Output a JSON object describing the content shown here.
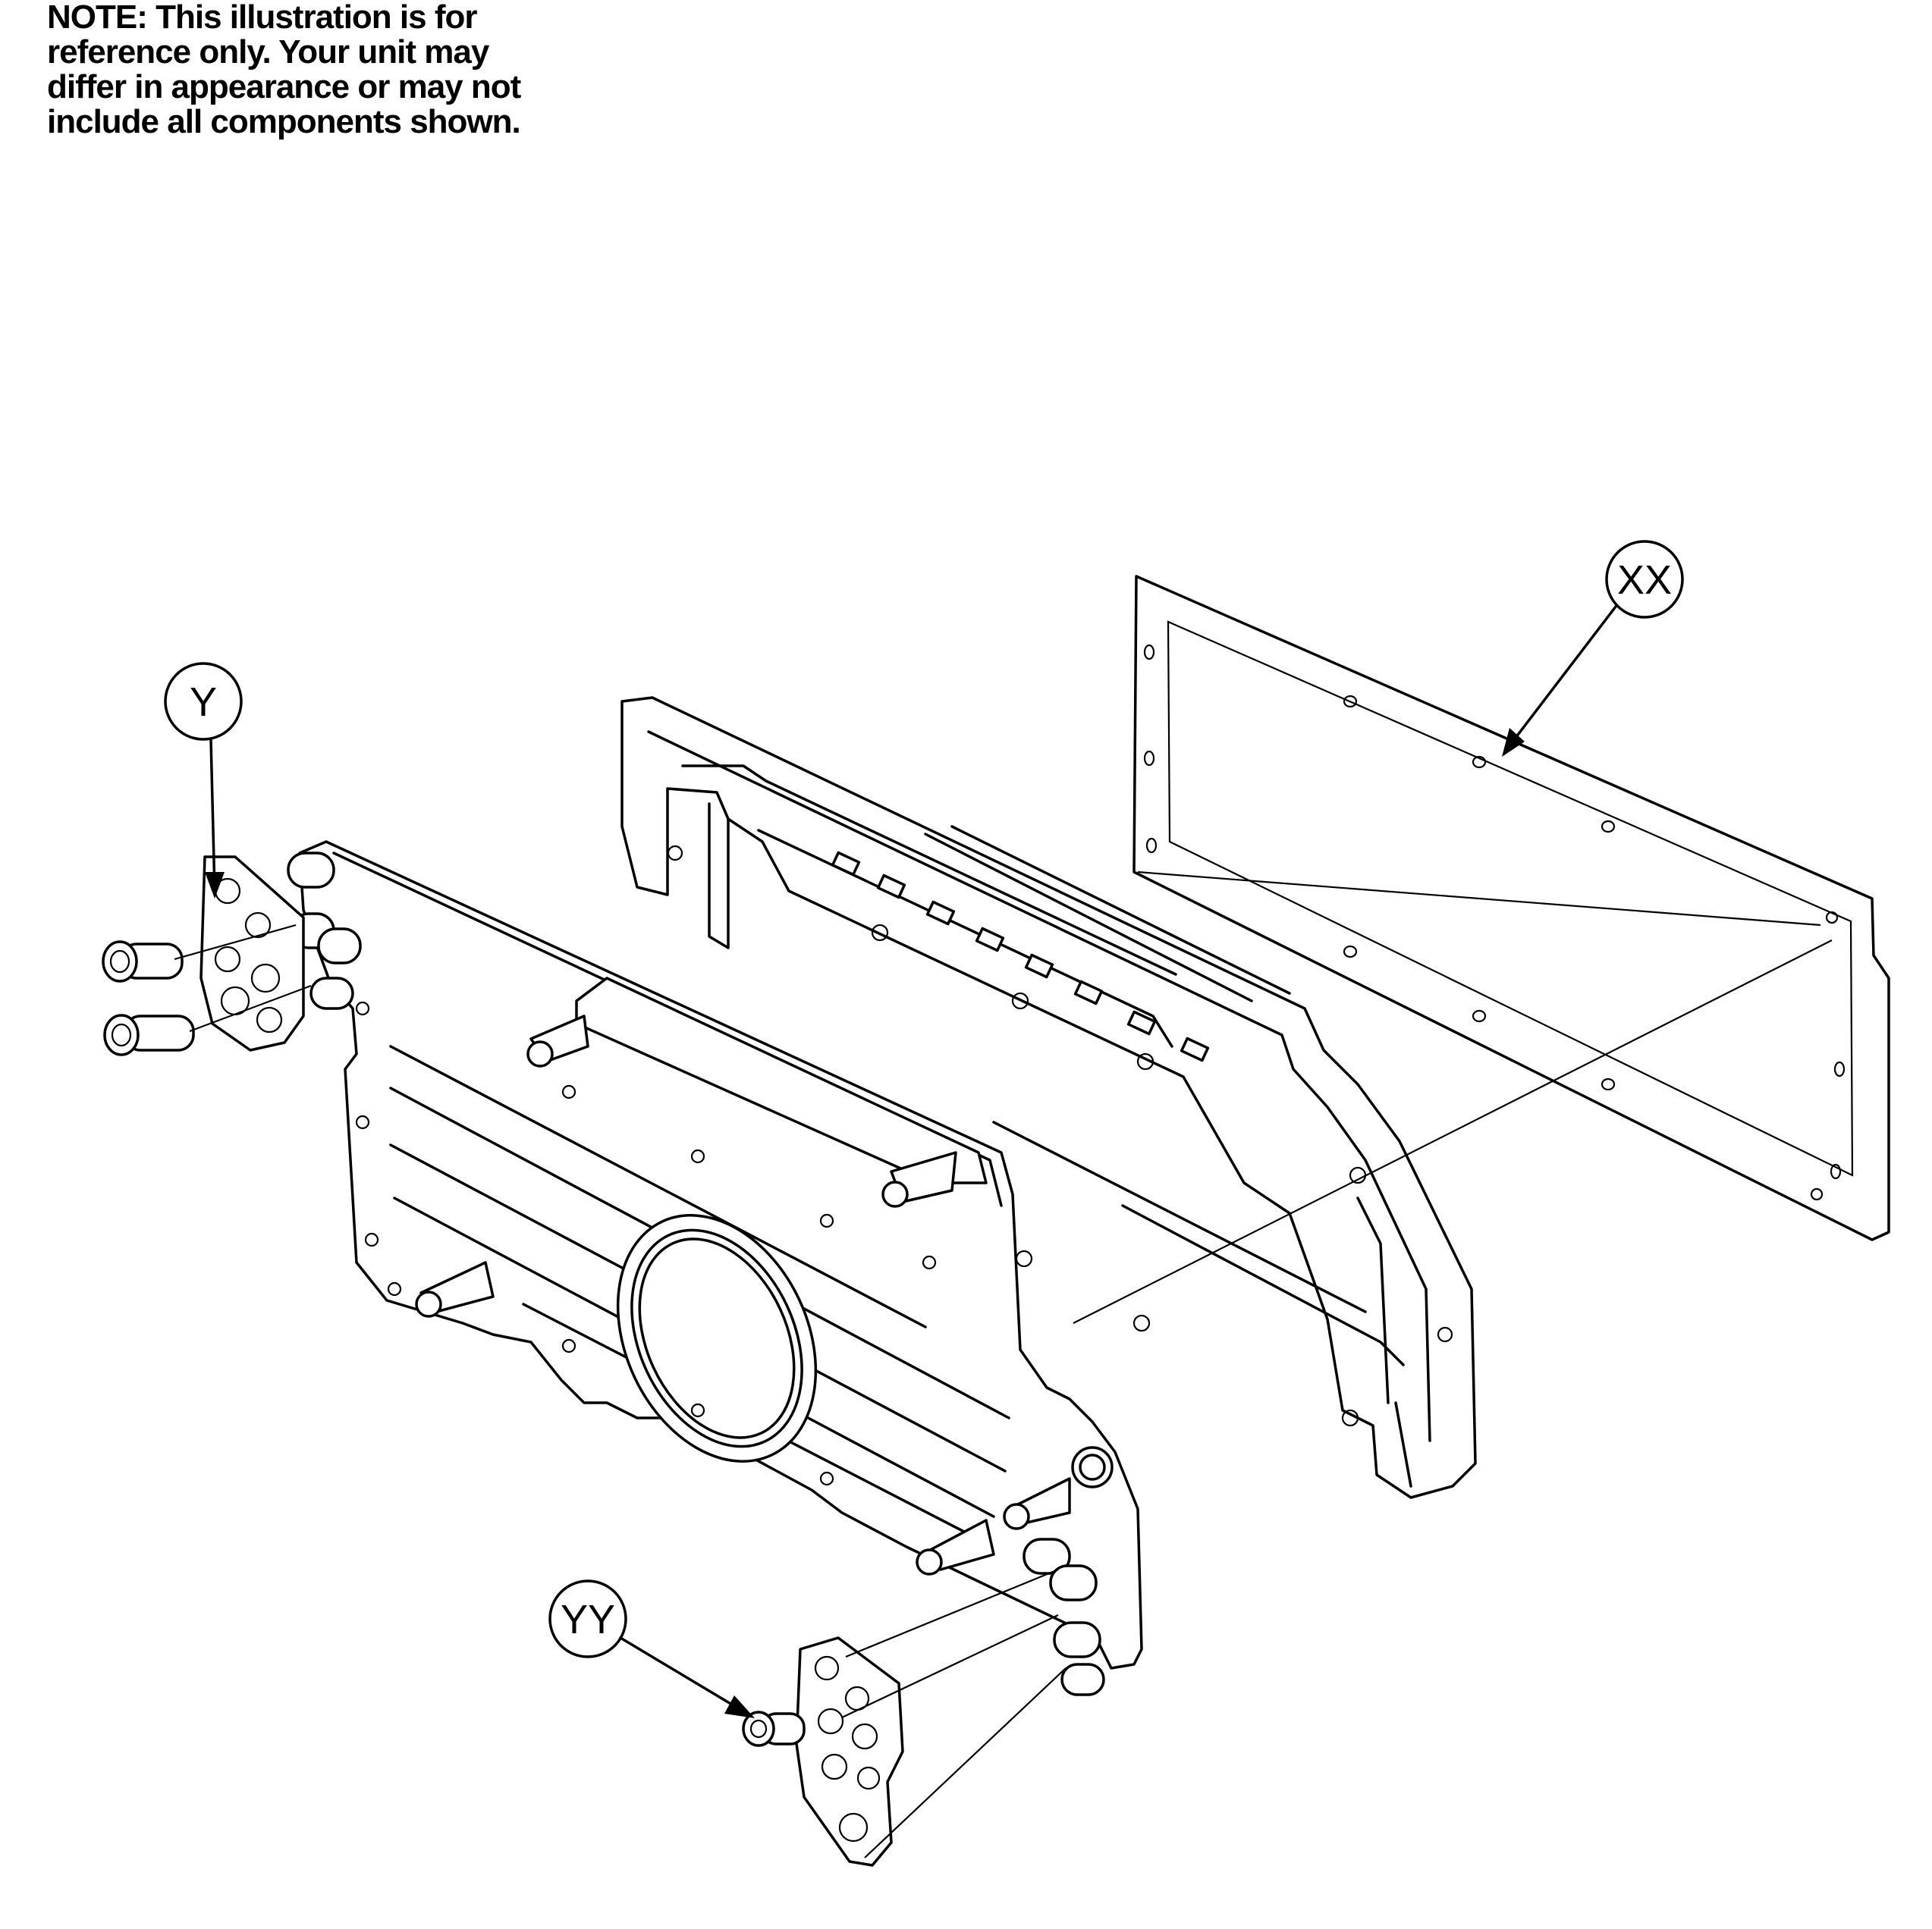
{
  "note": {
    "lines": [
      "NOTE: This illustration is for",
      "reference only. Your unit may",
      "differ in appearance or may not",
      "include all components shown."
    ]
  },
  "callouts": {
    "xx": "XX",
    "y": "Y",
    "yy": "YY"
  },
  "colors": {
    "ink": "#000000",
    "paper": "#ffffff"
  }
}
